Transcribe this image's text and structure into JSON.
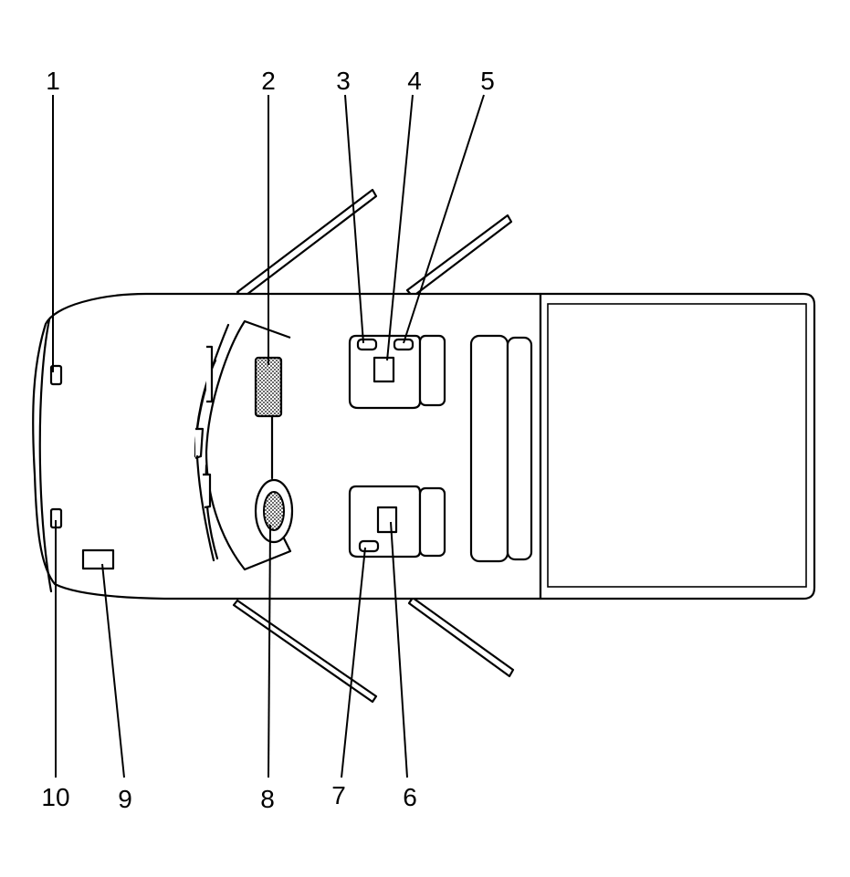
{
  "diagram": {
    "fill_pattern_color": "#000000",
    "callouts": [
      {
        "id": "1",
        "label": "1"
      },
      {
        "id": "2",
        "label": "2"
      },
      {
        "id": "3",
        "label": "3"
      },
      {
        "id": "4",
        "label": "4"
      },
      {
        "id": "5",
        "label": "5"
      },
      {
        "id": "6",
        "label": "6"
      },
      {
        "id": "7",
        "label": "7"
      },
      {
        "id": "8",
        "label": "8"
      },
      {
        "id": "9",
        "label": "9"
      },
      {
        "id": "10",
        "label": "10"
      }
    ]
  }
}
